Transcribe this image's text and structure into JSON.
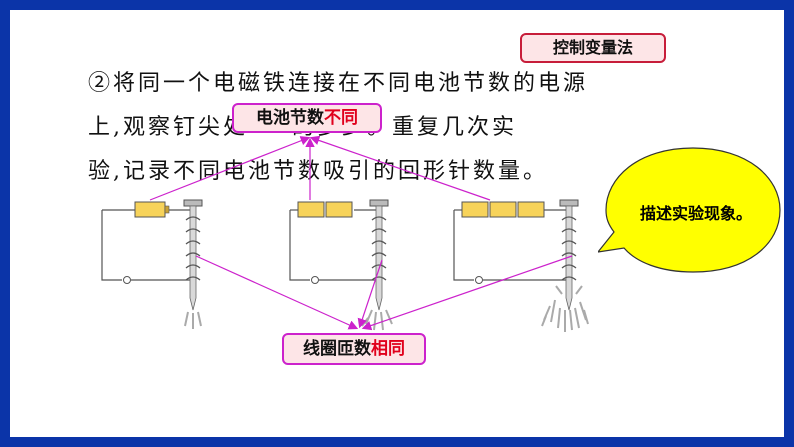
{
  "method_tag": "控制变量法",
  "paragraph": {
    "line1": "②将同一个电磁铁连接在不同电池节数的电源",
    "line2": "上,观察钉尖处",
    "line2_end": "的多少。重复几次实",
    "line3": "验,记录不同电池节数吸引的回形针数量。"
  },
  "label_battery": {
    "prefix": "电池节数",
    "highlight": "不同"
  },
  "label_coil": {
    "prefix": "线圈匝数",
    "highlight": "相同"
  },
  "bubble": {
    "text": "描述实验现象。"
  },
  "colors": {
    "background": "#0b34a8",
    "tag_border": "#c71d3a",
    "tag_fill": "#fde5e7",
    "highlight": "#e0001c",
    "arrow": "#cc22cc",
    "bubble": "#ffff00",
    "battery": "#f7d35a"
  },
  "circuits": [
    {
      "battery_count": 1
    },
    {
      "battery_count": 2
    },
    {
      "battery_count": 3
    }
  ]
}
